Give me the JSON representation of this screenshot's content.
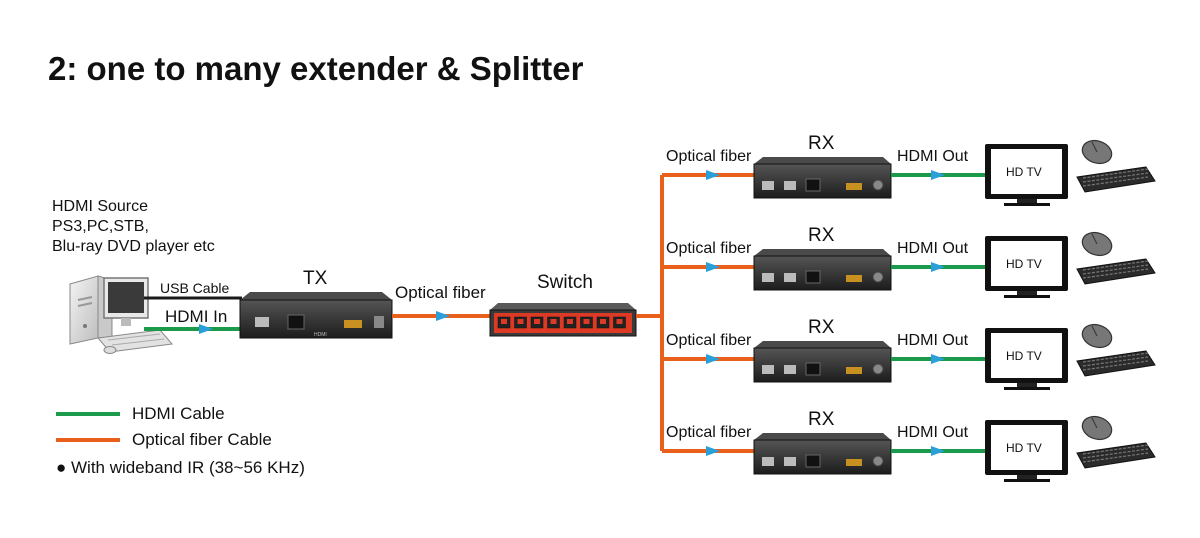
{
  "title": "2: one to many extender & Splitter",
  "source": {
    "lines": [
      "HDMI Source",
      "PS3,PC,STB,",
      "Blu-ray DVD player etc"
    ],
    "usb_label": "USB Cable",
    "hdmi_in_label": "HDMI In"
  },
  "tx": {
    "label": "TX"
  },
  "link_label": "Optical fiber",
  "switch": {
    "label": "Switch"
  },
  "receivers": [
    {
      "fiber_label": "Optical fiber",
      "rx_label": "RX",
      "out_label": "HDMI Out",
      "tv_label": "HD TV"
    },
    {
      "fiber_label": "Optical fiber",
      "rx_label": "RX",
      "out_label": "HDMI Out",
      "tv_label": "HD TV"
    },
    {
      "fiber_label": "Optical fiber",
      "rx_label": "RX",
      "out_label": "HDMI Out",
      "tv_label": "HD TV"
    },
    {
      "fiber_label": "Optical fiber",
      "rx_label": "RX",
      "out_label": "HDMI Out",
      "tv_label": "HD TV"
    }
  ],
  "legend": {
    "hdmi_cable": "HDMI Cable",
    "fiber_cable": "Optical fiber Cable",
    "ir_note": "● With wideband IR (38~56 KHz)"
  },
  "colors": {
    "hdmi": "#1a9a4a",
    "fiber": "#e8601c",
    "arrow": "#2a9fd8",
    "device": "#2c2c2c",
    "switch_body": "#dc3a25"
  }
}
